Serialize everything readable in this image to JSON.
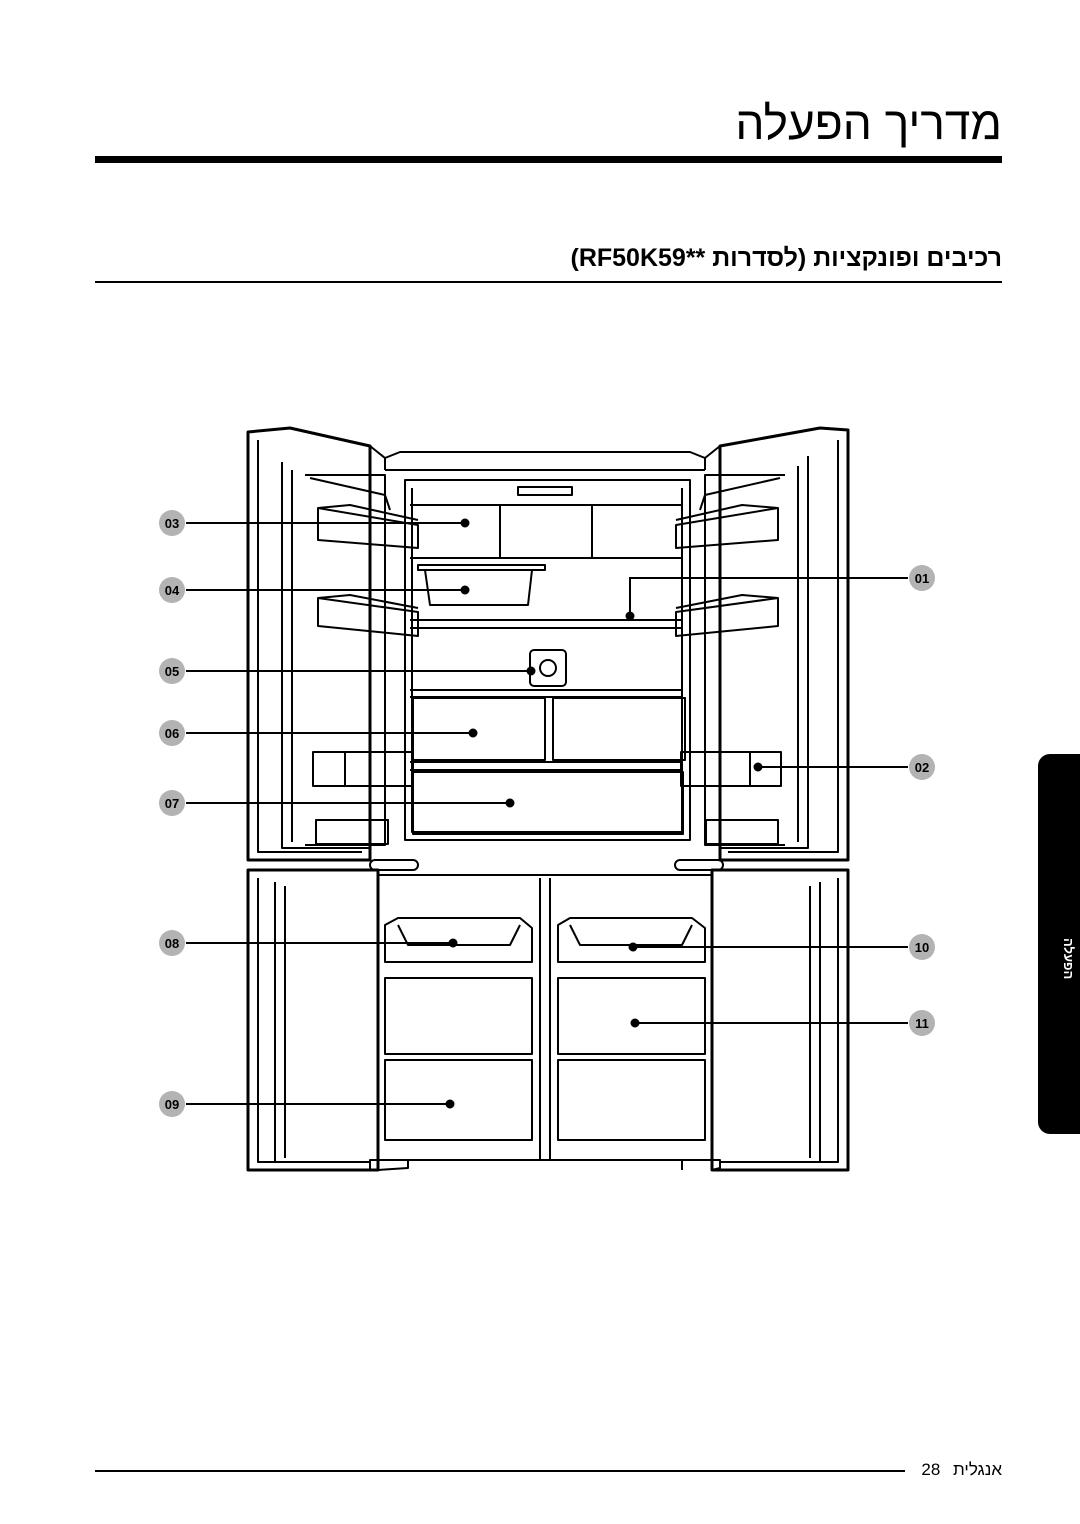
{
  "page": {
    "title": "מדריך הפעלה",
    "subtitle": "רכיבים ופונקציות (לסדרות **RF50K59)",
    "side_tab_label": "הפעלה",
    "footer_label": "אנגלית",
    "page_number": "28"
  },
  "diagram": {
    "callouts": [
      {
        "id": "callout-01",
        "label": "01"
      },
      {
        "id": "callout-02",
        "label": "02"
      },
      {
        "id": "callout-03",
        "label": "03"
      },
      {
        "id": "callout-04",
        "label": "04"
      },
      {
        "id": "callout-05",
        "label": "05"
      },
      {
        "id": "callout-06",
        "label": "06"
      },
      {
        "id": "callout-07",
        "label": "07"
      },
      {
        "id": "callout-08",
        "label": "08"
      },
      {
        "id": "callout-09",
        "label": "09"
      },
      {
        "id": "callout-10",
        "label": "10"
      },
      {
        "id": "callout-11",
        "label": "11"
      }
    ]
  },
  "colors": {
    "ink": "#000000",
    "callout_fill": "#b3b3b3",
    "tab": "#000000"
  }
}
